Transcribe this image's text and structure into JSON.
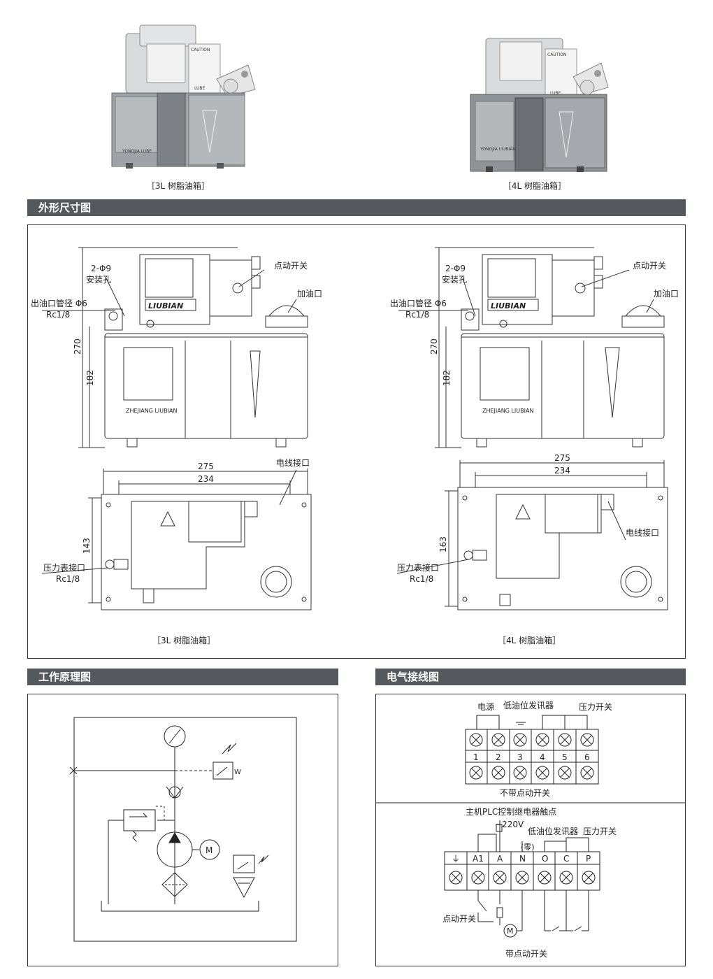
{
  "photos": {
    "left": {
      "caption": "［3L 树脂油箱］",
      "tank_text": "YONGJIA LUBE",
      "brand_text": "LUBE",
      "caution": "CAUTION"
    },
    "right": {
      "caption": "［4L 树脂油箱］",
      "tank_text": "YONGJIA LIUBIAN",
      "brand_text": "LUBE",
      "caution": "CAUTION"
    }
  },
  "sections": {
    "dimensions": "外形尺寸图",
    "principle": "工作原理图",
    "wiring": "电气接线图"
  },
  "dim_left": {
    "caption": "［3L 树脂油箱］",
    "mount_hole": "2-Φ9",
    "mount_hole_2": "安装孔",
    "outlet": "出油口管径 Φ6",
    "outlet_thread": "Rc1/8",
    "jog": "点动开关",
    "fill": "加油口",
    "brand": "LIUBIAN",
    "maker": "ZHEJIANG LIUBIAN",
    "h_total": "270",
    "h_tank": "182",
    "w_total": "275",
    "w_mount": "234",
    "depth": "143",
    "cable": "电线接口",
    "gauge": "压力表接口",
    "gauge_thread": "Rc1/8"
  },
  "dim_right": {
    "caption": "［4L 树脂油箱］",
    "mount_hole": "2-Φ9",
    "mount_hole_2": "安装孔",
    "outlet": "出油口管径 Φ6",
    "outlet_thread": "Rc1/8",
    "jog": "点动开关",
    "fill": "加油口",
    "brand": "LIUBIAN",
    "maker": "ZHEJIANG LIUBIAN",
    "h_total": "270",
    "h_tank": "182",
    "w_total": "275",
    "w_mount": "234",
    "depth": "163",
    "cable": "电线接口",
    "gauge": "压力表接口",
    "gauge_thread": "Rc1/8"
  },
  "principle": {
    "motor": "M",
    "switch_w": "W"
  },
  "wiring_top": {
    "label_power": "电源",
    "label_low_oil": "低油位发讯器",
    "label_pressure": "压力开关",
    "terminals": [
      "1",
      "2",
      "3",
      "4",
      "5",
      "6"
    ],
    "caption": "不带点动开关"
  },
  "wiring_bottom": {
    "label_plc": "主机PLC控制继电器触点",
    "label_voltage": "~220V",
    "label_zero": "(零)",
    "label_low_oil": "低油位发讯器",
    "label_pressure": "压力开关",
    "terminals": [
      "⏚",
      "A1",
      "A",
      "N",
      "O",
      "C",
      "P"
    ],
    "label_jog": "点动开关",
    "motor": "M",
    "caption": "带点动开关"
  },
  "colors": {
    "section_bar": "#55585c",
    "line": "#333333"
  }
}
